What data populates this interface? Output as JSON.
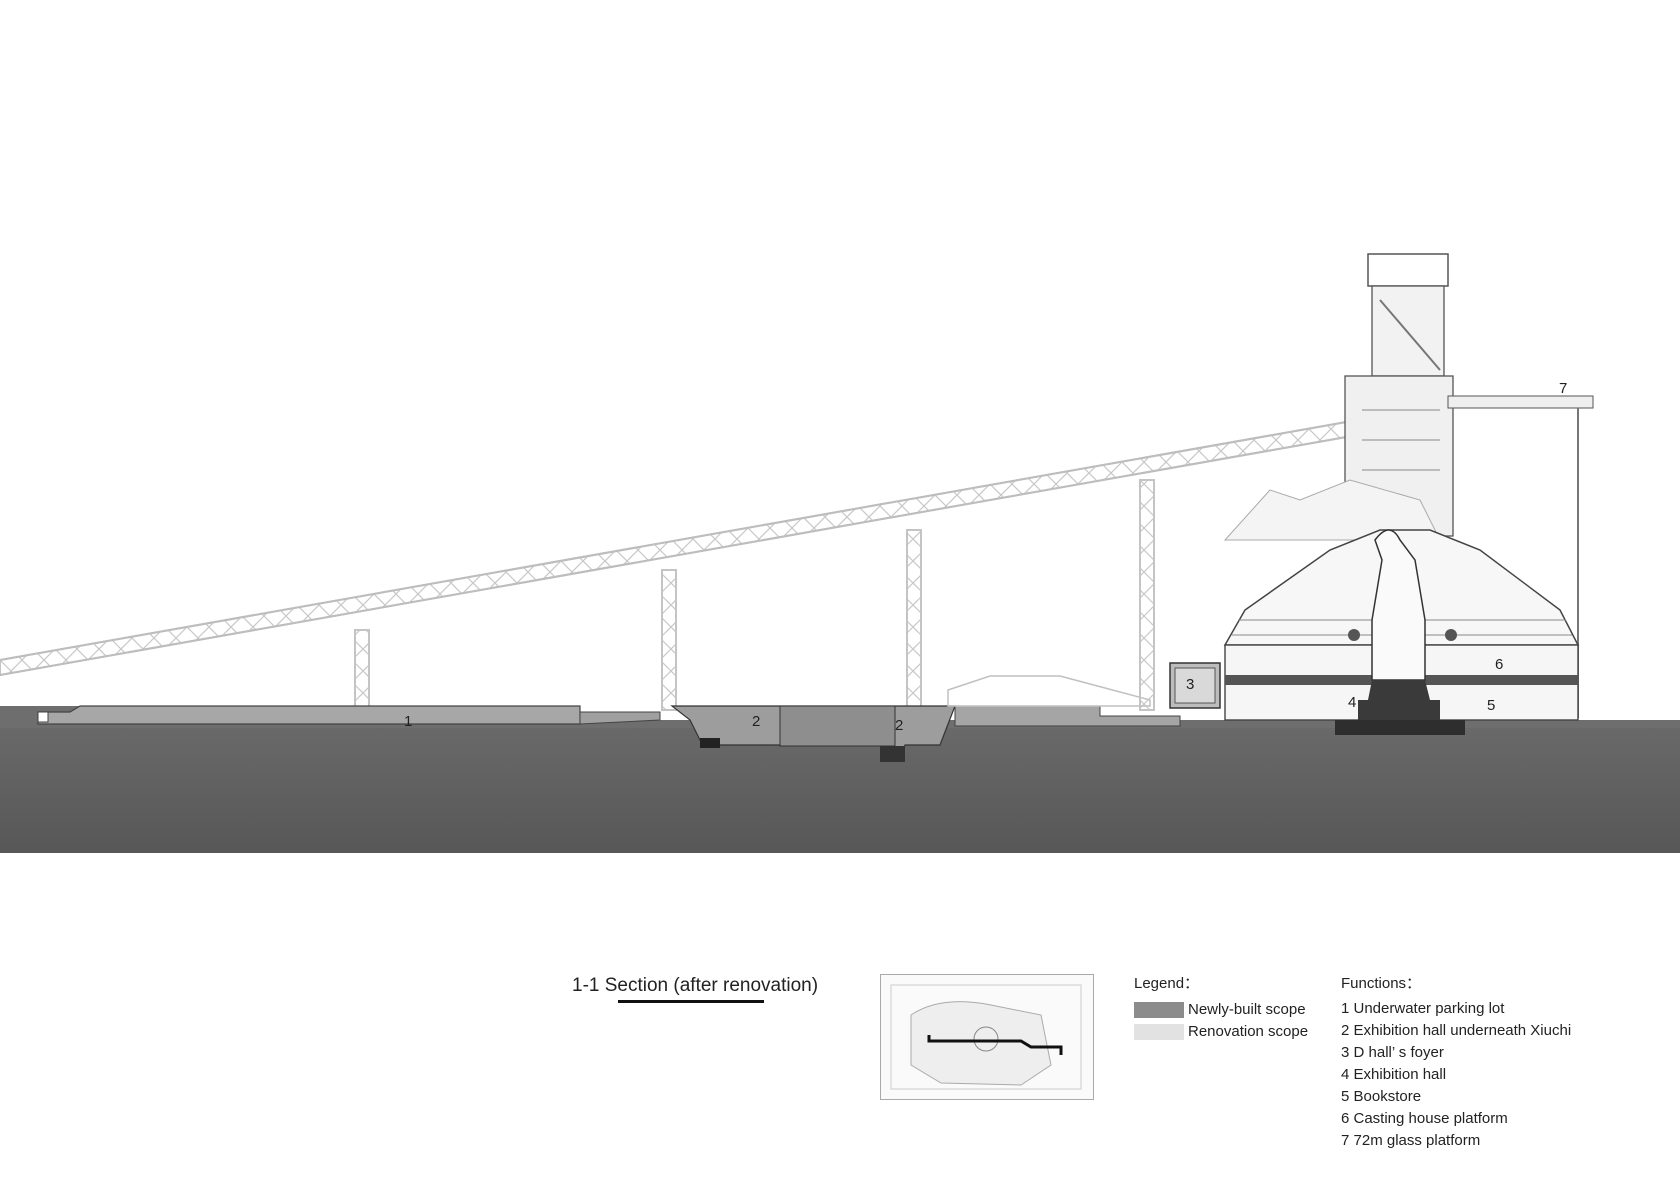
{
  "labels": {
    "parking": "1",
    "exhibition_west": "2",
    "exhibition_east": "2",
    "foyer": "3",
    "exhibition_hall": "4",
    "bookstore": "5",
    "casting_platform": "6",
    "glass_platform": "7"
  },
  "title": "1-1 Section (after renovation)",
  "legend": {
    "heading": "Legend：",
    "items": [
      {
        "label": "Newly-built scope",
        "color": "#8c8c8c"
      },
      {
        "label": "Renovation scope",
        "color": "#e2e2e2"
      }
    ]
  },
  "functions": {
    "heading": "Functions：",
    "items": [
      "1 Underwater parking lot",
      "2 Exhibition hall underneath Xiuchi",
      "3 D hall’ s foyer",
      "4 Exhibition hall",
      "5 Bookstore",
      "6 Casting house platform",
      "7 72m glass platform"
    ]
  },
  "colors": {
    "ground": "#5e5e5e",
    "section_fill": "#9a9a9a",
    "light_structure": "#cfcfcf",
    "line": "#333333"
  }
}
